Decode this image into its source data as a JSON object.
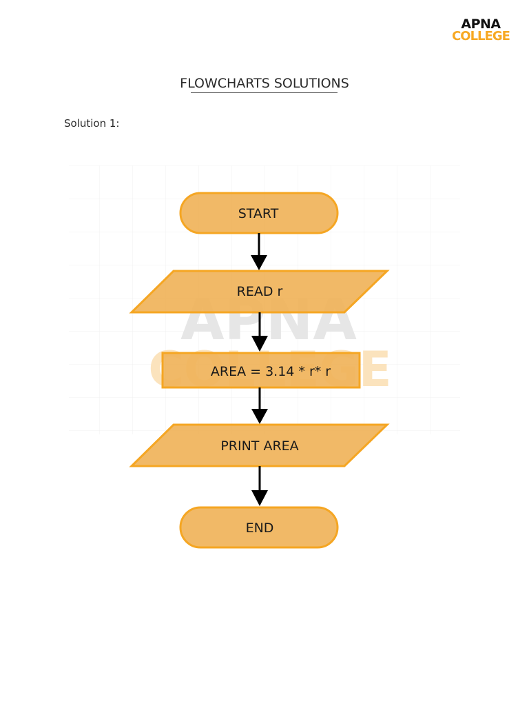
{
  "header": {
    "logo_top": "APNA",
    "logo_bottom": "COLLEGE",
    "brand_color": "#f7a823"
  },
  "document": {
    "title": "FLOWCHARTS SOLUTIONS",
    "solution_label": "Solution 1:"
  },
  "flowchart": {
    "start_label": "START",
    "read_label": "READ r",
    "process_label": "AREA = 3.14 * r* r",
    "print_label": "PRINT AREA",
    "end_label": "END",
    "watermark_top": "APNA",
    "watermark_bottom": "COLLEGE",
    "node_fill": "#f0b35a",
    "node_stroke": "#f5a623",
    "arrow_color": "#000000"
  }
}
